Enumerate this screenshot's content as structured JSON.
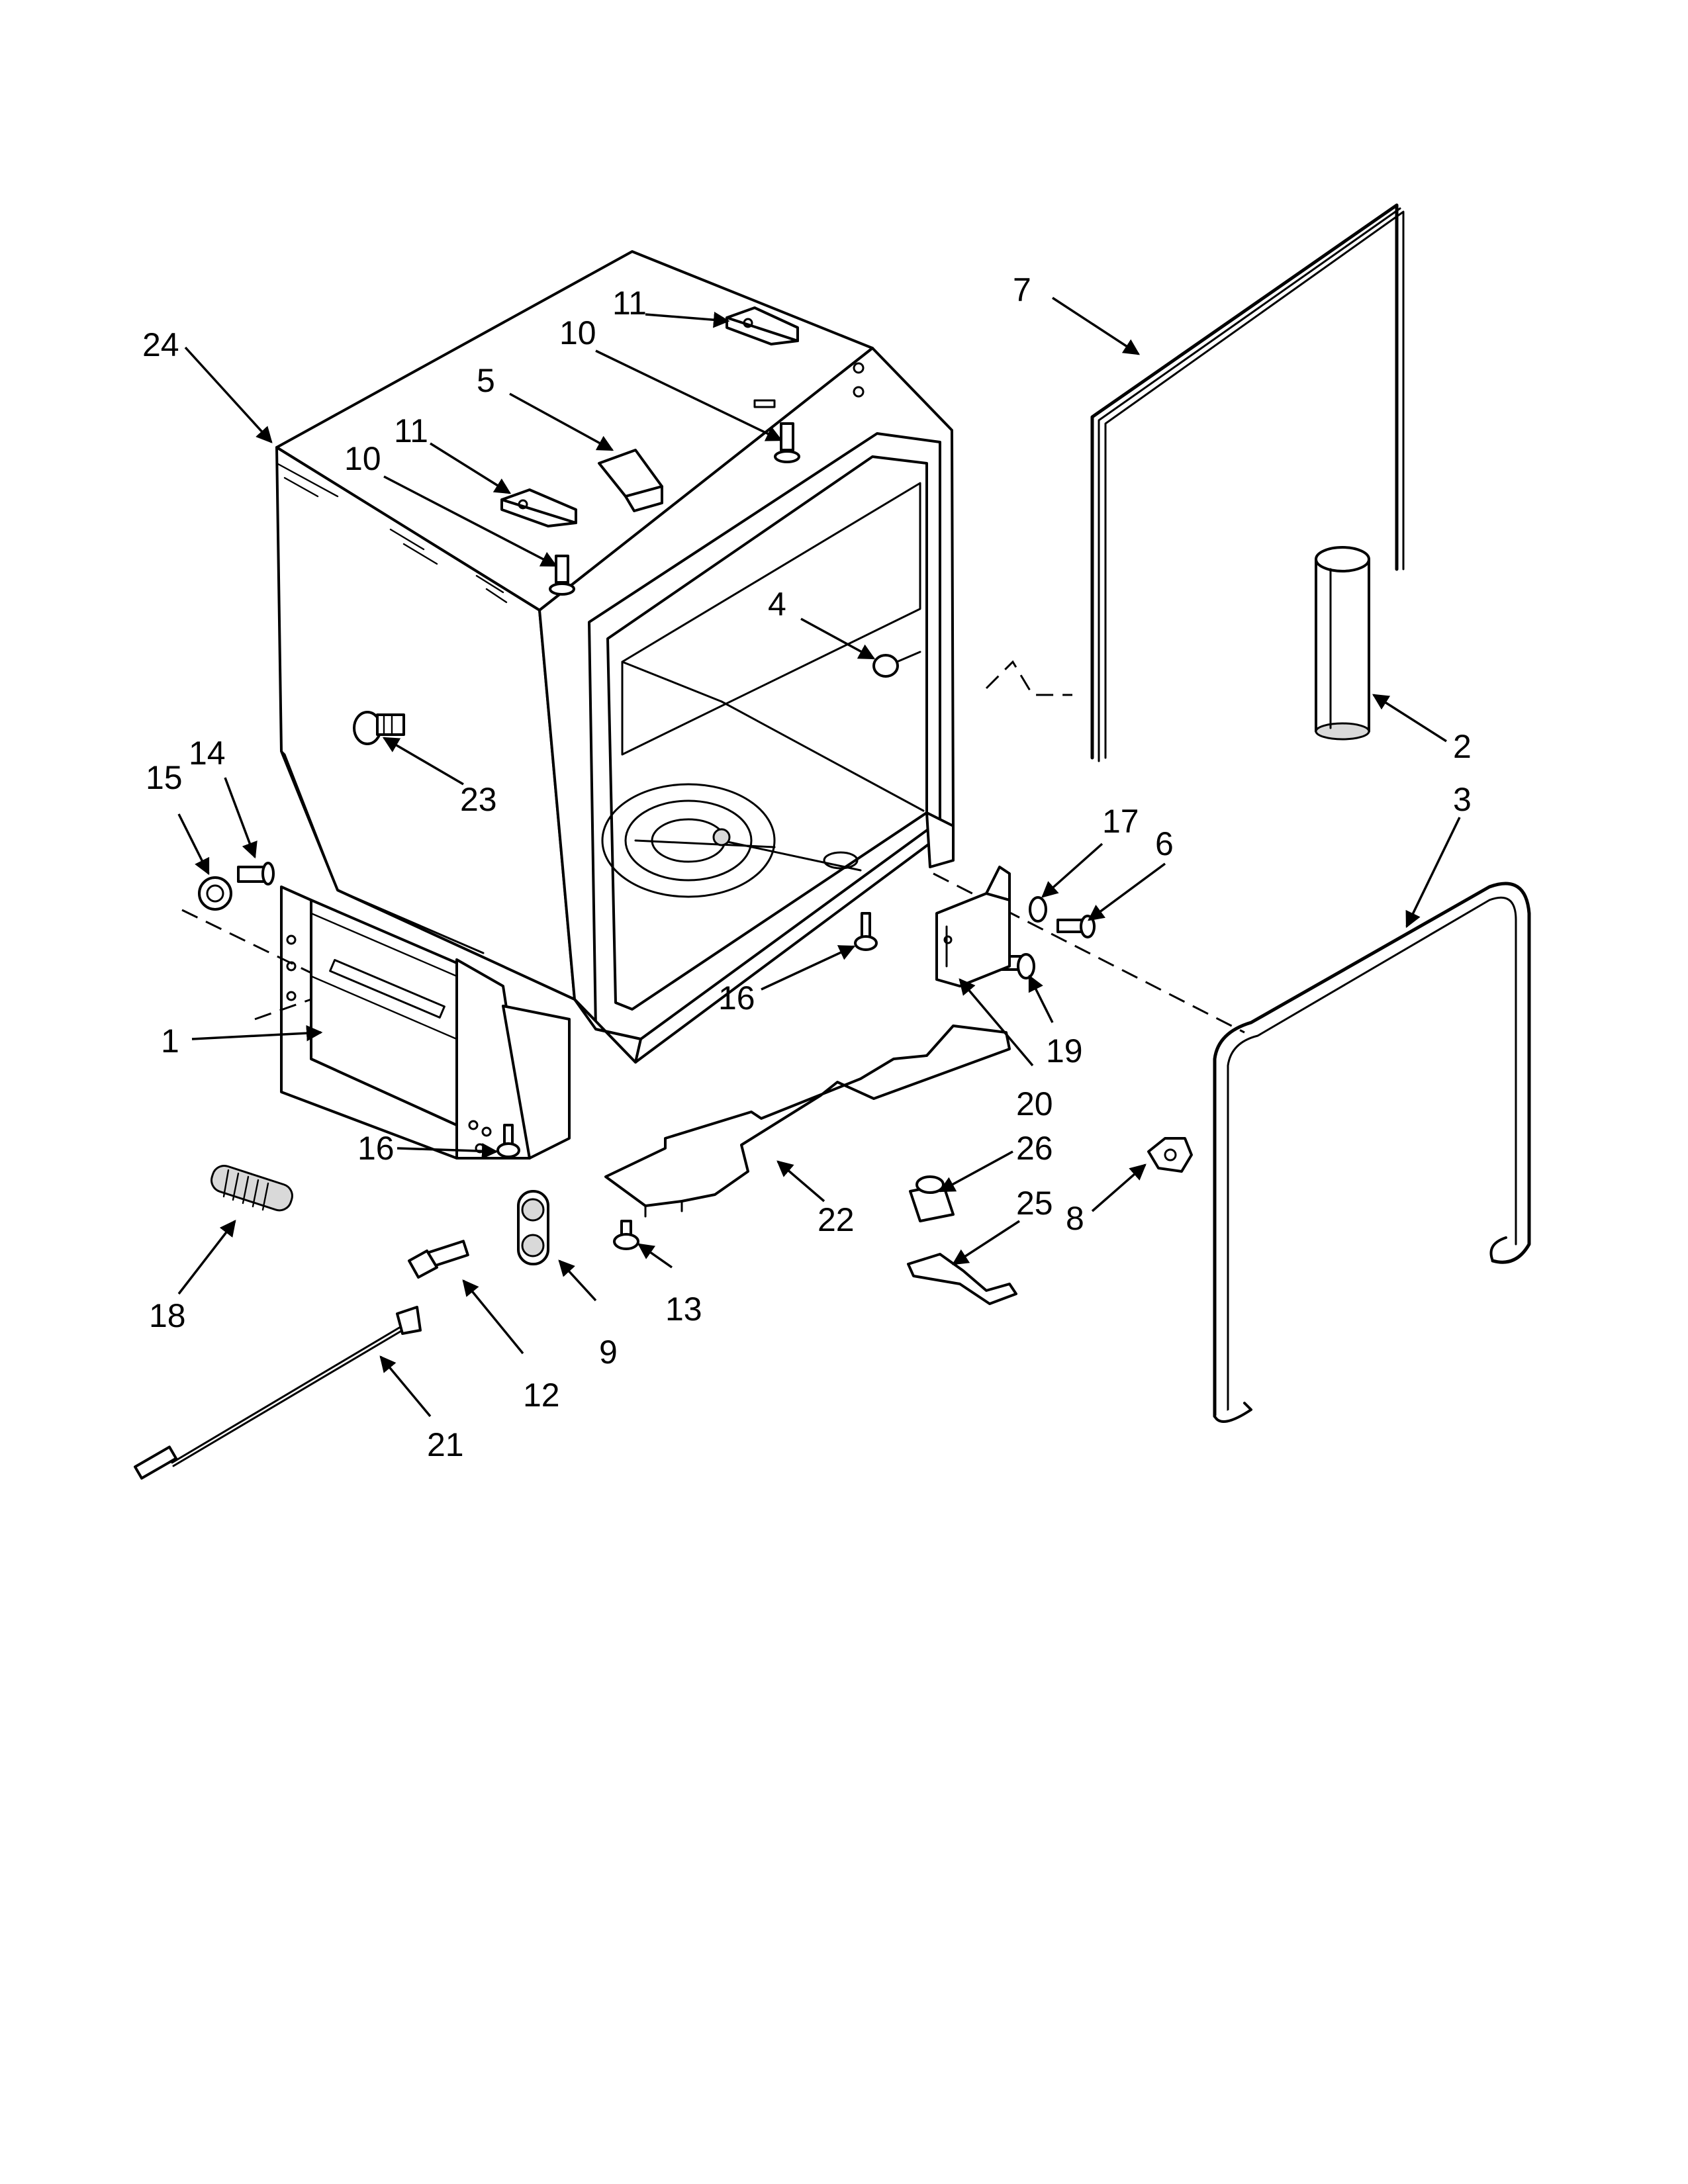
{
  "callouts": [
    {
      "label": "24"
    },
    {
      "label": "11"
    },
    {
      "label": "10"
    },
    {
      "label": "5"
    },
    {
      "label": "11"
    },
    {
      "label": "10"
    },
    {
      "label": "7"
    },
    {
      "label": "4"
    },
    {
      "label": "2"
    },
    {
      "label": "3"
    },
    {
      "label": "23"
    },
    {
      "label": "15"
    },
    {
      "label": "14"
    },
    {
      "label": "17"
    },
    {
      "label": "6"
    },
    {
      "label": "16"
    },
    {
      "label": "19"
    },
    {
      "label": "1"
    },
    {
      "label": "20"
    },
    {
      "label": "16"
    },
    {
      "label": "26"
    },
    {
      "label": "22"
    },
    {
      "label": "25"
    },
    {
      "label": "8"
    },
    {
      "label": "18"
    },
    {
      "label": "13"
    },
    {
      "label": "9"
    },
    {
      "label": "12"
    },
    {
      "label": "21"
    }
  ]
}
